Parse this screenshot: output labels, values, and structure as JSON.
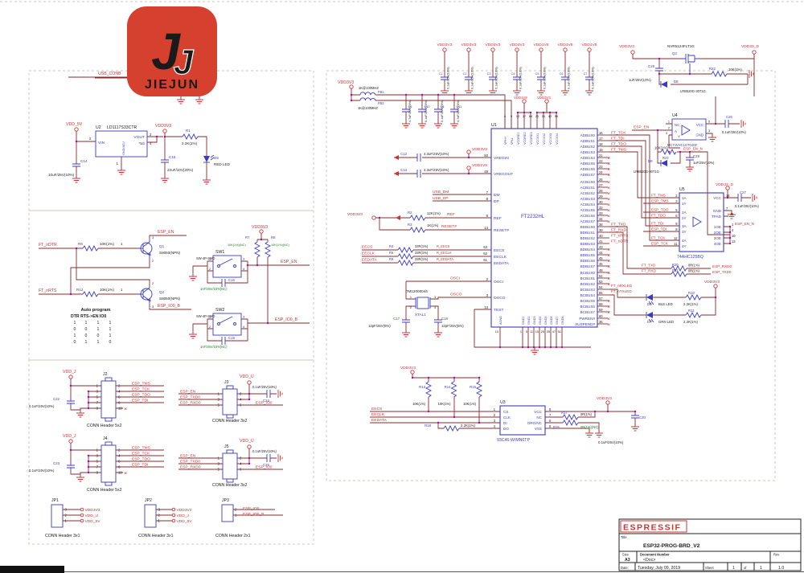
{
  "logo": {
    "brand": "JIEJUN",
    "monogram": "J"
  },
  "nets": {
    "usb_conb": "USB_CONB",
    "vdd5": "VDD_5V",
    "v33": "VDD3V3",
    "v18": "VDD1V8",
    "v33d": "VDD33_D",
    "vddj": "VDD_J",
    "vddu": "VDD_U",
    "espen": "ESP_EN",
    "espenn": "ESP_EN_N",
    "espio0": "ESP_IO0",
    "espio0b": "ESP_IO0_B",
    "ftndtr": "FT_nDTR",
    "ftnrts": "FT_nRTS",
    "usbdm": "USB_DM",
    "usbdp": "USB_DP"
  },
  "reg": {
    "ref": "U2",
    "part": "LD1117S33CTR",
    "vin": "VIN",
    "vout": "VOUT",
    "tab": "Tab",
    "gnd": "GND/ADJ",
    "p_vin": "3",
    "p_vout": "2",
    "p_tab": "4",
    "p_gnd": "1",
    "c14": "C14",
    "c14v": "10uF/25V(10%)",
    "c15": "C15",
    "c15v": "22uF/10V(20%)",
    "r1": "R1",
    "r1v": "2.2K(1%)",
    "d5": "D5",
    "d5v": "RED LED"
  },
  "ap": {
    "r6": "R6",
    "r6v": "10K(1%)",
    "r12": "R12",
    "r12v": "10K(1%)",
    "one": "1",
    "q1": "Q1",
    "q1p": "S8050(NPN)",
    "q2": "Q2",
    "q2p": "S8050(NPN)",
    "p3": "3",
    "p2": "2",
    "title": "Auto program",
    "hdr": "DTR RTS->EN IO0",
    "rows": [
      {
        "a": "1",
        "b": "1",
        "c": "1",
        "d": "1"
      },
      {
        "a": "0",
        "b": "0",
        "c": "1",
        "d": "1"
      },
      {
        "a": "1",
        "b": "0",
        "c": "0",
        "d": "1"
      },
      {
        "a": "0",
        "b": "1",
        "c": "1",
        "d": "0"
      }
    ],
    "r7": "R7",
    "r7v": "10K(1%)(NC)",
    "r8": "R8",
    "r8v": "10K(1%)(NC)",
    "sw1": "SW1",
    "sw2": "SW2",
    "swp": "SW-4P-SMD",
    "c16": "C16",
    "c16v": "1nF/25V/10%(NC)",
    "c19": "C19",
    "c19v": "1nF/25V/10%(NC)",
    "sp1": "1",
    "sp2": "2",
    "sp3": "3",
    "sp4": "4"
  },
  "hdrs": {
    "j2": {
      "ref": "J2",
      "part": "CONN Header 5x2",
      "cap": "C22",
      "capv": "0.1uF/25V(10%)",
      "rows": [
        {
          "l": "1",
          "r": "2"
        },
        {
          "l": "3",
          "r": "4"
        },
        {
          "l": "5",
          "r": "6"
        },
        {
          "l": "7",
          "r": "8"
        },
        {
          "l": "9",
          "r": "10"
        }
      ],
      "sigs": [
        {
          "s": "ESP_TMS"
        },
        {
          "s": "ESP_TCK"
        },
        {
          "s": "ESP_TDO"
        },
        {
          "s": "ESP_TDI"
        }
      ]
    },
    "j4": {
      "ref": "J4",
      "part": "CONN Header 5x2",
      "cap": "C23",
      "capv": "0.1uF/25V(10%)"
    },
    "j3": {
      "ref": "J3",
      "part": "CONN Header 3x2",
      "cap": "C24",
      "capv": "0.1uF/25V(10%)",
      "rows": [
        {
          "l": "1",
          "r": "2"
        },
        {
          "l": "3",
          "r": "4"
        },
        {
          "l": "5",
          "r": "6"
        }
      ],
      "left": [
        {
          "s": "ESP_EN"
        },
        {
          "s": "ESP_TXD0"
        },
        {
          "s": "ESP_RXD0"
        }
      ],
      "io0": "ESP_IO0"
    },
    "j5": {
      "ref": "J5",
      "part": "CONN Header 3x2",
      "cap": "C25",
      "capv": "0.1uF/25V(10%)"
    },
    "x": "✕"
  },
  "jp": {
    "jp1": {
      "ref": "JP1",
      "part": "CONN Header 3x1",
      "rows": [
        {
          "p": "3",
          "s": "VDD3V3"
        },
        {
          "p": "2",
          "s": "VDD_U"
        },
        {
          "p": "1",
          "s": "VDD_5V"
        }
      ]
    },
    "jp2": {
      "ref": "JP2",
      "part": "CONN Header 3x1",
      "rows": [
        {
          "p": "3",
          "s": "VDD3V3"
        },
        {
          "p": "2",
          "s": "VDD_J"
        },
        {
          "p": "1",
          "s": "VDD_5V"
        }
      ]
    },
    "jp3": {
      "ref": "JP3",
      "part": "CONN Header 2x1",
      "rows": [
        {
          "p": "2",
          "s": "ESP_IO0"
        },
        {
          "p": "1",
          "s": "ESP_IO0_B"
        }
      ]
    }
  },
  "byp": [
    {
      "net": "VDD3V3",
      "ref": "C1",
      "val": "0.1uF/25V(10%)"
    },
    {
      "net": "VDD3V3",
      "ref": "C2",
      "val": "0.1uF/25V(10%)"
    },
    {
      "net": "VDD3V3",
      "ref": "C3",
      "val": "0.1uF/25V(10%)"
    },
    {
      "net": "VDD3V3",
      "ref": "C4",
      "val": "0.1uF/25V(10%)"
    },
    {
      "net": "VDD1V8",
      "ref": "C5",
      "val": "0.1uF/25V(10%)"
    },
    {
      "net": "VDD1V8",
      "ref": "C6",
      "val": "0.1uF/25V(10%)"
    },
    {
      "net": "VDD1V8",
      "ref": "C7",
      "val": "0.1uF/25V(10%)"
    }
  ],
  "ft": {
    "ref": "U1",
    "part": "FT2232HL",
    "fb": {
      "v33": "VDD3V3",
      "l1": "1K@100MHZ",
      "fb1": "FB1",
      "fb2": "FB2",
      "l2": "1K@100MHZ"
    },
    "cin": [
      {
        "ref": "C9",
        "val": "4.7uF/25V(10%)"
      },
      {
        "ref": "C10",
        "val": "0.1uF/25V(10%)"
      },
      {
        "ref": "C8",
        "val": "0.1uF/25V(10%)"
      },
      {
        "ref": "C11",
        "val": "4.7uF/25V(10%)"
      }
    ],
    "c12": "C12",
    "c12v": "4.3uF/25V(10%)",
    "c13": "C13",
    "c13v": "4.3uF/25V(10%)",
    "r2": "R2",
    "r2v": "12K(1%)",
    "ref_net": "REF",
    "r3": "R3",
    "r3v": "1K(1%)",
    "reset_net": "RESET#",
    "ee": [
      {
        "s": "EECS",
        "r": "R4",
        "v": "33R(1%)",
        "n": "R_EECS",
        "p": "63"
      },
      {
        "s": "EECLK",
        "r": "R5",
        "v": "33R(1%)",
        "n": "R_EECLK",
        "p": "62"
      },
      {
        "s": "EEDATA",
        "r": "R9",
        "v": "33R(1%)",
        "n": "R_EEDATA",
        "p": "61"
      }
    ],
    "osci": "OSCI",
    "osco": "OSCO",
    "xtal": {
      "part": "7M12000044",
      "ref": "XTAL1",
      "p1": "1",
      "p2": "2",
      "p3": "3",
      "p4": "4",
      "c17": "C17",
      "c17v": "12pF/25V(5%)",
      "c18": "C18",
      "c18v": "12pF/25V(5%)"
    },
    "left": [
      {
        "n": "VREGIN",
        "p": "50"
      },
      {
        "n": "VREGOUT",
        "p": "49"
      },
      {
        "n": "DM",
        "p": "7"
      },
      {
        "n": "DP",
        "p": "8"
      },
      {
        "n": "REF",
        "p": "6"
      },
      {
        "n": "RESET#",
        "p": "14"
      },
      {
        "n": "EECS",
        "p": "63"
      },
      {
        "n": "EECLK",
        "p": "62"
      },
      {
        "n": "EEDATA",
        "p": "61"
      },
      {
        "n": "OSCI",
        "p": "2"
      },
      {
        "n": "OSCO",
        "p": "3"
      },
      {
        "n": "TEST",
        "p": "13"
      }
    ],
    "top": [
      {
        "n": "VPHY",
        "p": "4"
      },
      {
        "n": "VPLL",
        "p": "9"
      },
      {
        "n": "VCORE1",
        "p": "12"
      },
      {
        "n": "VCORE2",
        "p": "37"
      },
      {
        "n": "VCORE3",
        "p": "64"
      },
      {
        "n": "VCCIO1",
        "p": "20"
      },
      {
        "n": "VCCIO2",
        "p": "31"
      },
      {
        "n": "VCCIO3",
        "p": "42"
      },
      {
        "n": "VCCIO4",
        "p": "56"
      }
    ],
    "adbus": [
      {
        "n": "ADBUS0",
        "p": "16",
        "s": "FT_TCK",
        "m": ""
      },
      {
        "n": "ADBUS1",
        "p": "17",
        "s": "FT_TDI",
        "m": ""
      },
      {
        "n": "ADBUS2",
        "p": "18",
        "s": "FT_TDO",
        "m": ""
      },
      {
        "n": "ADBUS3",
        "p": "19",
        "s": "FT_TMS",
        "m": ""
      },
      {
        "n": "ADBUS4",
        "p": "21",
        "s": "",
        "m": "✕"
      },
      {
        "n": "ADBUS5",
        "p": "22",
        "s": "",
        "m": "✕"
      },
      {
        "n": "ADBUS6",
        "p": "23",
        "s": "",
        "m": "✕"
      },
      {
        "n": "ADBUS7",
        "p": "24",
        "s": "",
        "m": "✕"
      }
    ],
    "acbus": [
      {
        "n": "ACBUS0",
        "p": "26",
        "s": "",
        "m": "✕"
      },
      {
        "n": "ACBUS1",
        "p": "27",
        "s": "",
        "m": "✕"
      },
      {
        "n": "ACBUS2",
        "p": "28",
        "s": "",
        "m": "✕"
      },
      {
        "n": "ACBUS3",
        "p": "29",
        "s": "",
        "m": "✕"
      },
      {
        "n": "ACBUS4",
        "p": "30",
        "s": "",
        "m": "✕"
      },
      {
        "n": "ACBUS5",
        "p": "32",
        "s": "",
        "m": "✕"
      },
      {
        "n": "ACBUS6",
        "p": "33",
        "s": "",
        "m": "✕"
      },
      {
        "n": "ACBUS7",
        "p": "34",
        "s": "",
        "m": "✕"
      }
    ],
    "bdbus": [
      {
        "n": "BDBUS0",
        "p": "38",
        "s": "FT_TXD",
        "m": ""
      },
      {
        "n": "BDBUS1",
        "p": "39",
        "s": "FT_RXD",
        "m": ""
      },
      {
        "n": "BDBUS2",
        "p": "40",
        "s": "FT_nRTS",
        "m": ""
      },
      {
        "n": "BDBUS3",
        "p": "41",
        "s": "FT_nDTR",
        "m": ""
      },
      {
        "n": "BDBUS4",
        "p": "43",
        "s": "",
        "m": "✕"
      },
      {
        "n": "BDBUS5",
        "p": "44",
        "s": "",
        "m": "✕"
      },
      {
        "n": "BDBUS6",
        "p": "45",
        "s": "",
        "m": "✕"
      },
      {
        "n": "BDBUS7",
        "p": "46",
        "s": "",
        "m": "✕"
      }
    ],
    "bcbus": [
      {
        "n": "BCBUS0",
        "p": "48",
        "s": "",
        "m": "✕"
      },
      {
        "n": "BCBUS1",
        "p": "52",
        "s": "",
        "m": "✕"
      },
      {
        "n": "BCBUS2",
        "p": "53",
        "s": "",
        "m": "✕"
      },
      {
        "n": "BCBUS3",
        "p": "54",
        "s": "FT_nRXLED",
        "m": ""
      },
      {
        "n": "BCBUS4",
        "p": "55",
        "s": "FT_nTXLED",
        "m": ""
      },
      {
        "n": "BCBUS5",
        "p": "57",
        "s": "",
        "m": "✕"
      },
      {
        "n": "BCBUS6",
        "p": "58",
        "s": "",
        "m": "✕"
      },
      {
        "n": "BCBUS7",
        "p": "59",
        "s": "",
        "m": "✕"
      }
    ],
    "misc": [
      {
        "n": "PWREN#",
        "p": "60",
        "s": "",
        "m": "✕"
      },
      {
        "n": "SUSPEND#",
        "p": "36",
        "s": "",
        "m": "✕"
      }
    ],
    "agnd": {
      "n": "AGND",
      "p": "10"
    },
    "gnds": [
      {
        "n": "GND1",
        "p": "1"
      },
      {
        "n": "GND2",
        "p": "5"
      },
      {
        "n": "GND3",
        "p": "11"
      },
      {
        "n": "GND4",
        "p": "15"
      },
      {
        "n": "GND5",
        "p": "25"
      },
      {
        "n": "GND6",
        "p": "35"
      },
      {
        "n": "GND7",
        "p": "47"
      },
      {
        "n": "GND8",
        "p": "51"
      }
    ]
  },
  "psw": {
    "q3": "Q3",
    "q3p": "NVR5124FLT1G",
    "c28": "C28",
    "c28v": "1uF/25V(10%)",
    "r22": "R22",
    "r22v": "10K(1%)",
    "d8": "D8",
    "d8p": "LRB520G-30T1G"
  },
  "buf": {
    "ref": "U4",
    "part": "MC74VHC1GT04DF",
    "nc": "NC",
    "a": "A",
    "y": "Y",
    "vcc": "VCC",
    "gnd": "GND",
    "p1": "1",
    "p2": "2",
    "p4": "4",
    "p5": "5",
    "p3": "3",
    "c26": "C26",
    "c26v": "0.1uF/25V(10%)",
    "r23": "R23",
    "r23v": "10K(1%)",
    "d9": "D9",
    "d9p": "LRB520G-30T1G",
    "c29": "C29",
    "c29v": "1uF/25V(10%)"
  },
  "lvc": {
    "ref": "U5",
    "part": "74AHC125BQ",
    "c27": "C27",
    "c27v": "0.1uF/25V(10%)",
    "rows": [
      {
        "s": "FT_TMS",
        "n": "1A",
        "p": "2"
      },
      {
        "s": "ESP_TMS",
        "n": "1Y",
        "p": "3"
      },
      {
        "s": "ESP_TDO",
        "n": "2A",
        "p": "5"
      },
      {
        "s": "FT_TDO",
        "n": "2Y",
        "p": "6"
      },
      {
        "s": "FT_TDI",
        "n": "3A",
        "p": "9"
      },
      {
        "s": "ESP_TDI",
        "n": "3Y",
        "p": "8"
      },
      {
        "s": "FT_TCK",
        "n": "4A",
        "p": "12"
      },
      {
        "s": "ESP_TCK",
        "n": "4Y",
        "p": "11"
      }
    ],
    "right": [
      {
        "n": "VCC",
        "p": "14"
      },
      {
        "n": "GND",
        "p": "7"
      },
      {
        "n": "TPAD",
        "p": "15"
      },
      {
        "n": "1OE",
        "p": "1"
      },
      {
        "n": "2OE",
        "p": "4"
      },
      {
        "n": "3OE",
        "p": "10"
      },
      {
        "n": "4OE",
        "p": "13"
      }
    ]
  },
  "ser": [
    {
      "s": "FT_TXD",
      "r": "R20",
      "v": "0R(1%)",
      "o": "ESP_RXD0"
    },
    {
      "s": "FT_RXD",
      "r": "R21",
      "v": "0R(1%)",
      "o": "ESP_TXD0"
    }
  ],
  "led": {
    "rows": [
      {
        "s": "FT_nRXLED",
        "d": "D6",
        "dn": "BLE LED",
        "r": "R10",
        "rv": "2.2K(1%)"
      },
      {
        "s": "FT_nTXLED",
        "d": "D7",
        "dn": "GRN LED",
        "r": "R11",
        "rv": "2.2K(1%)"
      }
    ]
  },
  "ee": {
    "ref": "U3",
    "part": "93C46-W/MN6TP",
    "pull": [
      {
        "r": "R13",
        "v": "10K(1%)"
      },
      {
        "r": "R14",
        "v": "10K(1%)"
      },
      {
        "r": "R15",
        "v": "10K(1%)"
      }
    ],
    "sigs": [
      {
        "s": "EECS"
      },
      {
        "s": "EECLK"
      },
      {
        "s": "EEDATA"
      }
    ],
    "r18": "R18",
    "r18v": "2.2K(1%)",
    "lp": [
      {
        "n": "CS",
        "p": "1"
      },
      {
        "n": "CLK",
        "p": "2"
      },
      {
        "n": "DI",
        "p": "3"
      },
      {
        "n": "DO",
        "p": "4"
      }
    ],
    "rp": [
      {
        "n": "VCC",
        "p": "8"
      },
      {
        "n": "NC",
        "p": "7"
      },
      {
        "n": "ORG/NC",
        "p": "6"
      },
      {
        "n": "VSS",
        "p": "5"
      }
    ],
    "r17": "R17",
    "r17v": "0R(1%)",
    "r19": "R19",
    "r19v": "0R(1%)(NC)",
    "c20": "C20",
    "c20v": "0.1uF/25V(10%)"
  },
  "tb": {
    "brand": "ESPRESSIF",
    "title_l": "Title",
    "title": "ESP32-PROG-BRD_V2",
    "size_l": "Size",
    "size": "A3",
    "doc_l": "Document Number",
    "doc": "<Doc>",
    "rev_l": "Rev",
    "rev": "1.0",
    "date_l": "Date:",
    "date": "Tuesday, July 09, 2019",
    "sheet_l": "Sheet",
    "sheet": "1",
    "of": "of",
    "total": "1"
  }
}
